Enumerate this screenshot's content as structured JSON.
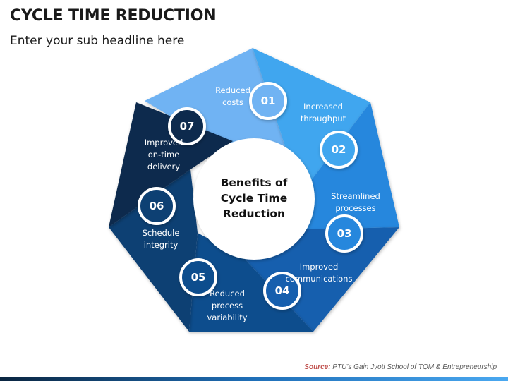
{
  "header": {
    "title": "CYCLE TIME REDUCTION",
    "subtitle": "Enter your sub headline here"
  },
  "center": {
    "lines": [
      "Benefits of",
      "Cycle Time",
      "Reduction"
    ]
  },
  "segments": [
    {
      "number": "01",
      "label": [
        "Reduced",
        "costs"
      ],
      "color": "#6fb3f3"
    },
    {
      "number": "02",
      "label": [
        "Increased",
        "throughput"
      ],
      "color": "#40a6ef"
    },
    {
      "number": "03",
      "label": [
        "Streamlined",
        "processes"
      ],
      "color": "#2787dd"
    },
    {
      "number": "04",
      "label": [
        "Improved",
        "communications"
      ],
      "color": "#155fae"
    },
    {
      "number": "05",
      "label": [
        "Reduced",
        "process",
        "variability"
      ],
      "color": "#0f4d8d"
    },
    {
      "number": "06",
      "label": [
        "Schedule",
        "integrity"
      ],
      "color": "#0e3f73"
    },
    {
      "number": "07",
      "label": [
        "Improved",
        "on-time",
        "delivery"
      ],
      "color": "#0b2a4d"
    }
  ],
  "footer": {
    "source_label": "Source:",
    "source_text": " PTU’s Gain Jyoti School of TQM & Entrepreneurship"
  }
}
